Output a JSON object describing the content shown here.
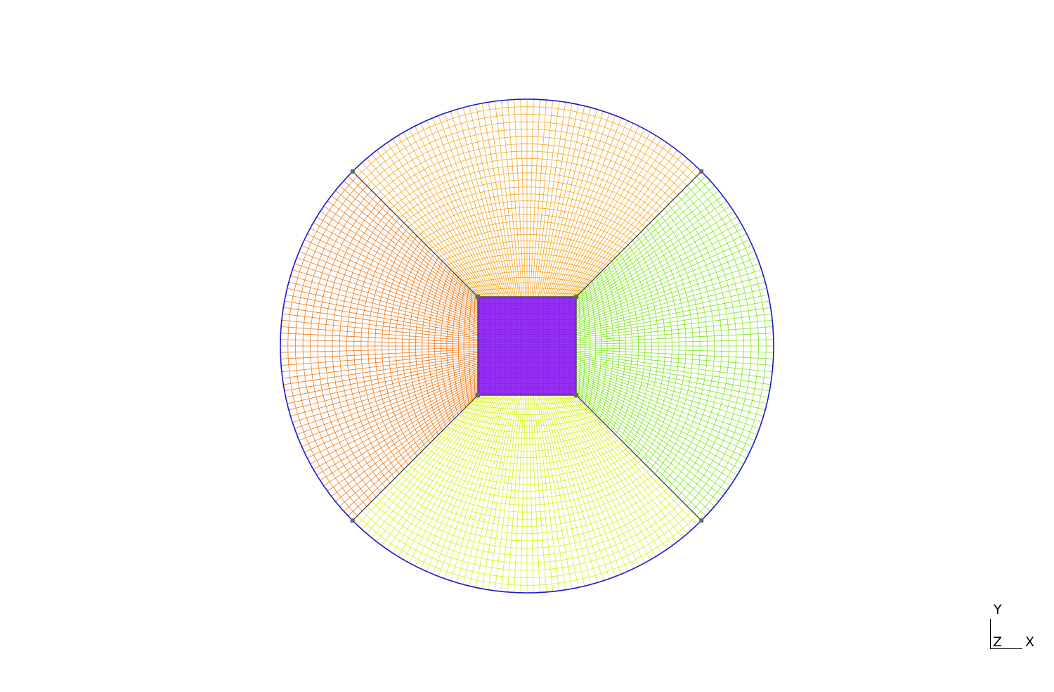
{
  "viewer": {
    "background": "#ffffff"
  },
  "mesh": {
    "boundary_color": "#1a1acc",
    "edge_color": "#3a3a3a",
    "vertex_color": "#666666",
    "blocks": [
      {
        "name": "top",
        "color": "#f5a623",
        "radial_cells": 30,
        "tangential_cells": 60
      },
      {
        "name": "right",
        "color": "#7fe61e",
        "radial_cells": 30,
        "tangential_cells": 60
      },
      {
        "name": "bottom",
        "color": "#d8f01e",
        "radial_cells": 30,
        "tangential_cells": 60
      },
      {
        "name": "left",
        "color": "#f07a1a",
        "radial_cells": 30,
        "tangential_cells": 60
      },
      {
        "name": "center",
        "color": "#8a1ef0",
        "cells": 60
      }
    ]
  },
  "axes_triad": {
    "y_label": "Y",
    "z_label": "Z",
    "x_label": "X"
  }
}
